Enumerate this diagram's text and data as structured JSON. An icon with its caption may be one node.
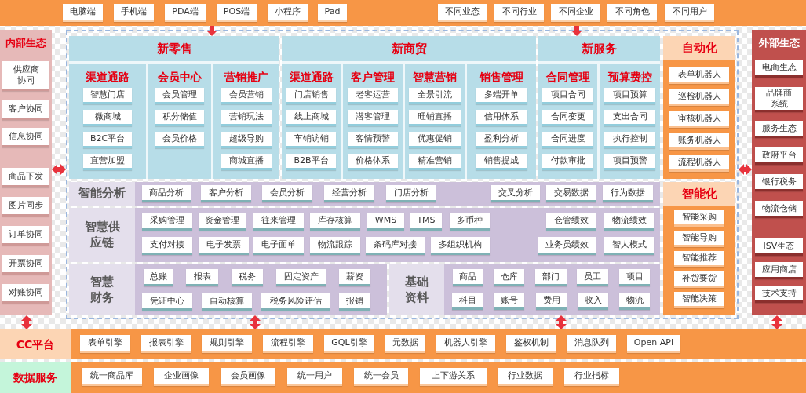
{
  "diagram": {
    "nodes": [
      {
        "text": [],
        "shape": "bar"
      },
      {
        "text": [
          "电脑端"
        ],
        "in": 0
      },
      {
        "text": [
          "手机端"
        ],
        "in": 0
      },
      {
        "text": [
          "PDA端"
        ],
        "in": 0
      },
      {
        "text": [
          "POS端"
        ],
        "in": 0
      },
      {
        "text": [
          "小程序"
        ],
        "in": 0
      },
      {
        "text": [
          "Pad"
        ],
        "in": 0
      },
      {
        "text": [
          "不同业态"
        ],
        "in": 0
      },
      {
        "text": [
          "不同行业"
        ],
        "in": 0
      },
      {
        "text": [
          "不同企业"
        ],
        "in": 0
      },
      {
        "text": [
          "不同角色"
        ],
        "in": 0
      },
      {
        "text": [
          "不同用户"
        ],
        "in": 0
      },
      {
        "text": [
          "内部生态"
        ]
      },
      {
        "text": [
          "供应商协同"
        ],
        "in": 12
      },
      {
        "text": [
          "客户协同"
        ],
        "in": 12
      },
      {
        "text": [
          "信息协同"
        ],
        "in": 12
      },
      {
        "text": [
          "商品下发"
        ],
        "in": 12
      },
      {
        "text": [
          "图片同步"
        ],
        "in": 12
      },
      {
        "text": [
          "订单协同"
        ],
        "in": 12
      },
      {
        "text": [
          "开票协同"
        ],
        "in": 12
      },
      {
        "text": [
          "对账协同"
        ],
        "in": 12
      },
      {
        "text": [],
        "shape": "box"
      },
      {
        "text": [
          "新零售"
        ],
        "in": 21
      },
      {
        "text": [
          "渠道通路"
        ],
        "in": 22
      },
      {
        "text": [
          "智慧门店"
        ],
        "in": 23
      },
      {
        "text": [
          "微商城"
        ],
        "in": 23
      },
      {
        "text": [
          "B2C平台"
        ],
        "in": 23
      },
      {
        "text": [
          "直营加盟"
        ],
        "in": 23
      },
      {
        "text": [
          "会员中心"
        ],
        "in": 22
      },
      {
        "text": [
          "会员管理"
        ],
        "in": 28
      },
      {
        "text": [
          "积分储值"
        ],
        "in": 28
      },
      {
        "text": [
          "会员价格"
        ],
        "in": 28
      },
      {
        "text": [
          "营销推广"
        ],
        "in": 22
      },
      {
        "text": [
          "会员营销"
        ],
        "in": 32
      },
      {
        "text": [
          "营销玩法"
        ],
        "in": 32
      },
      {
        "text": [
          "超级导购"
        ],
        "in": 32
      },
      {
        "text": [
          "商城直播"
        ],
        "in": 32
      },
      {
        "text": [
          "新商贸"
        ],
        "in": 21
      },
      {
        "text": [
          "渠道通路"
        ],
        "in": 37
      },
      {
        "text": [
          "门店销售"
        ],
        "in": 38
      },
      {
        "text": [
          "线上商城"
        ],
        "in": 38
      },
      {
        "text": [
          "车销访销"
        ],
        "in": 38
      },
      {
        "text": [
          "B2B平台"
        ],
        "in": 38
      },
      {
        "text": [
          "客户管理"
        ],
        "in": 37
      },
      {
        "text": [
          "老客运营"
        ],
        "in": 43
      },
      {
        "text": [
          "潜客管理"
        ],
        "in": 43
      },
      {
        "text": [
          "客情预警"
        ],
        "in": 43
      },
      {
        "text": [
          "价格体系"
        ],
        "in": 43
      },
      {
        "text": [
          "智慧营销"
        ],
        "in": 37
      },
      {
        "text": [
          "全景引流"
        ],
        "in": 48
      },
      {
        "text": [
          "旺铺直播"
        ],
        "in": 48
      },
      {
        "text": [
          "优惠促销"
        ],
        "in": 48
      },
      {
        "text": [
          "精准营销"
        ],
        "in": 48
      },
      {
        "text": [
          "销售管理"
        ],
        "in": 37
      },
      {
        "text": [
          "多端开单"
        ],
        "in": 53
      },
      {
        "text": [
          "信用体系"
        ],
        "in": 53
      },
      {
        "text": [
          "盈利分析"
        ],
        "in": 53
      },
      {
        "text": [
          "销售提成"
        ],
        "in": 53
      },
      {
        "text": [
          "新服务"
        ],
        "in": 21
      },
      {
        "text": [
          "合同管理"
        ],
        "in": 58
      },
      {
        "text": [
          "项目合同"
        ],
        "in": 59
      },
      {
        "text": [
          "合同变更"
        ],
        "in": 59
      },
      {
        "text": [
          "合同进度"
        ],
        "in": 59
      },
      {
        "text": [
          "付款审批"
        ],
        "in": 59
      },
      {
        "text": [
          "预算费控"
        ],
        "in": 58
      },
      {
        "text": [
          "项目预算"
        ],
        "in": 64
      },
      {
        "text": [
          "支出合同"
        ],
        "in": 64
      },
      {
        "text": [
          "执行控制"
        ],
        "in": 64
      },
      {
        "text": [
          "项目预警"
        ],
        "in": 64
      },
      {
        "text": [
          "自动化"
        ],
        "in": 21
      },
      {
        "text": [
          "表单机器人"
        ],
        "in": 69
      },
      {
        "text": [
          "巡检机器人"
        ],
        "in": 69
      },
      {
        "text": [
          "审核机器人"
        ],
        "in": 69
      },
      {
        "text": [
          "账务机器人"
        ],
        "in": 69
      },
      {
        "text": [
          "流程机器人"
        ],
        "in": 69
      },
      {
        "text": [
          "智能化"
        ],
        "in": 21
      },
      {
        "text": [
          "智能采购"
        ],
        "in": 75
      },
      {
        "text": [
          "智能导购"
        ],
        "in": 75
      },
      {
        "text": [
          "智能推荐"
        ],
        "in": 75
      },
      {
        "text": [
          "补货要货"
        ],
        "in": 75
      },
      {
        "text": [
          "智能决策"
        ],
        "in": 75
      },
      {
        "text": [
          "智能分析"
        ],
        "in": 21
      },
      {
        "text": [
          "商品分析"
        ],
        "in": 81
      },
      {
        "text": [
          "客户分析"
        ],
        "in": 81
      },
      {
        "text": [
          "会员分析"
        ],
        "in": 81
      },
      {
        "text": [
          "经营分析"
        ],
        "in": 81
      },
      {
        "text": [
          "门店分析"
        ],
        "in": 81
      },
      {
        "text": [
          "交叉分析"
        ],
        "in": 81
      },
      {
        "text": [
          "交易数据"
        ],
        "in": 81
      },
      {
        "text": [
          "行为数据"
        ],
        "in": 81
      },
      {
        "text": [
          "智慧供应链"
        ],
        "in": 21
      },
      {
        "text": [
          "采购管理"
        ],
        "in": 90
      },
      {
        "text": [
          "资金管理"
        ],
        "in": 90
      },
      {
        "text": [
          "往来管理"
        ],
        "in": 90
      },
      {
        "text": [
          "库存核算"
        ],
        "in": 90
      },
      {
        "text": [
          "WMS"
        ],
        "in": 90
      },
      {
        "text": [
          "TMS"
        ],
        "in": 90
      },
      {
        "text": [
          "多币种"
        ],
        "in": 90
      },
      {
        "text": [
          "仓管绩效"
        ],
        "in": 90
      },
      {
        "text": [
          "物流绩效"
        ],
        "in": 90
      },
      {
        "text": [
          "支付对接"
        ],
        "in": 90
      },
      {
        "text": [
          "电子发票"
        ],
        "in": 90
      },
      {
        "text": [
          "电子面单"
        ],
        "in": 90
      },
      {
        "text": [
          "物流跟踪"
        ],
        "in": 90
      },
      {
        "text": [
          "条码库对接"
        ],
        "in": 90
      },
      {
        "text": [
          "多组织机构"
        ],
        "in": 90
      },
      {
        "text": [
          "业务员绩效"
        ],
        "in": 90
      },
      {
        "text": [
          "智人模式"
        ],
        "in": 90
      },
      {
        "text": [
          "智慧财务"
        ],
        "in": 21
      },
      {
        "text": [
          "总账"
        ],
        "in": 108
      },
      {
        "text": [
          "报表"
        ],
        "in": 108
      },
      {
        "text": [
          "税务"
        ],
        "in": 108
      },
      {
        "text": [
          "固定资产"
        ],
        "in": 108
      },
      {
        "text": [
          "薪资"
        ],
        "in": 108
      },
      {
        "text": [
          "凭证中心"
        ],
        "in": 108
      },
      {
        "text": [
          "自动核算"
        ],
        "in": 108
      },
      {
        "text": [
          "税务风险评估"
        ],
        "in": 108
      },
      {
        "text": [
          "报销"
        ],
        "in": 108
      },
      {
        "text": [
          "基础资料"
        ],
        "in": 21
      },
      {
        "text": [
          "商品"
        ],
        "in": 118
      },
      {
        "text": [
          "仓库"
        ],
        "in": 118
      },
      {
        "text": [
          "部门"
        ],
        "in": 118
      },
      {
        "text": [
          "员工"
        ],
        "in": 118
      },
      {
        "text": [
          "项目"
        ],
        "in": 118
      },
      {
        "text": [
          "科目"
        ],
        "in": 118
      },
      {
        "text": [
          "账号"
        ],
        "in": 118
      },
      {
        "text": [
          "费用"
        ],
        "in": 118
      },
      {
        "text": [
          "收入"
        ],
        "in": 118
      },
      {
        "text": [
          "物流"
        ],
        "in": 118
      },
      {
        "text": [
          "外部生态"
        ]
      },
      {
        "text": [
          "电商生态"
        ],
        "in": 129
      },
      {
        "text": [
          "品牌商系统"
        ],
        "in": 129
      },
      {
        "text": [
          "服务生态"
        ],
        "in": 129
      },
      {
        "text": [
          "政府平台"
        ],
        "in": 129
      },
      {
        "text": [
          "银行税务"
        ],
        "in": 129
      },
      {
        "text": [
          "物流仓储"
        ],
        "in": 129
      },
      {
        "text": [
          "ISV生态"
        ],
        "in": 129
      },
      {
        "text": [
          "应用商店"
        ],
        "in": 129
      },
      {
        "text": [
          "技术支持"
        ],
        "in": 129
      },
      {
        "text": [
          "CC平台"
        ]
      },
      {
        "text": [
          "表单引擎"
        ],
        "in": 139
      },
      {
        "text": [
          "报表引擎"
        ],
        "in": 139
      },
      {
        "text": [
          "规则引擎"
        ],
        "in": 139
      },
      {
        "text": [
          "流程引擎"
        ],
        "in": 139
      },
      {
        "text": [
          "GQL引擎"
        ],
        "in": 139
      },
      {
        "text": [
          "元数据"
        ],
        "in": 139
      },
      {
        "text": [
          "机器人引擎"
        ],
        "in": 139
      },
      {
        "text": [
          "鉴权机制"
        ],
        "in": 139
      },
      {
        "text": [
          "消息队列"
        ],
        "in": 139
      },
      {
        "text": [
          "Open API"
        ],
        "in": 139
      },
      {
        "text": [
          "数据服务"
        ]
      },
      {
        "text": [
          "统一商品库"
        ],
        "in": 150
      },
      {
        "text": [
          "企业画像"
        ],
        "in": 150
      },
      {
        "text": [
          "会员画像"
        ],
        "in": 150
      },
      {
        "text": [
          "统一用户"
        ],
        "in": 150
      },
      {
        "text": [
          "统一会员"
        ],
        "in": 150
      },
      {
        "text": [
          "上下游关系"
        ],
        "in": 150
      },
      {
        "text": [
          "行业数据"
        ],
        "in": 150
      },
      {
        "text": [
          "行业指标"
        ],
        "in": 150
      }
    ],
    "edges": [
      {
        "from": 0,
        "to": 22,
        "arrow": "to"
      },
      {
        "from": 0,
        "to": 58,
        "arrow": "to"
      },
      {
        "from": 12,
        "to": 21,
        "arrow": "both"
      },
      {
        "from": 21,
        "to": 129,
        "arrow": "both"
      },
      {
        "from": 12,
        "to": 139,
        "arrow": "both"
      },
      {
        "from": 108,
        "to": 139,
        "arrow": "both"
      },
      {
        "from": 118,
        "to": 139,
        "arrow": "both"
      },
      {
        "from": 129,
        "to": 139,
        "arrow": "both"
      }
    ]
  }
}
